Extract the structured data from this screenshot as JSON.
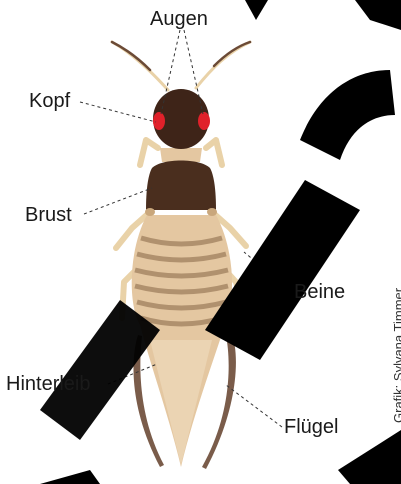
{
  "labels": {
    "augen": "Augen",
    "kopf": "Kopf",
    "brust": "Brust",
    "beine": "Beine",
    "hinterleib": "Hinterleib",
    "fluegel": "Flügel"
  },
  "credit": "Grafik: Sylvana Timmer",
  "colors": {
    "head": "#3e2418",
    "thorax": "#4a2e1e",
    "eye": "#e0212a",
    "abdomen_light": "#e4c7a1",
    "abdomen_band": "#a88866",
    "wing": "#6b4a36",
    "leg": "#e9d2a8",
    "watermark": "#000000",
    "leader_line": "#333333"
  }
}
